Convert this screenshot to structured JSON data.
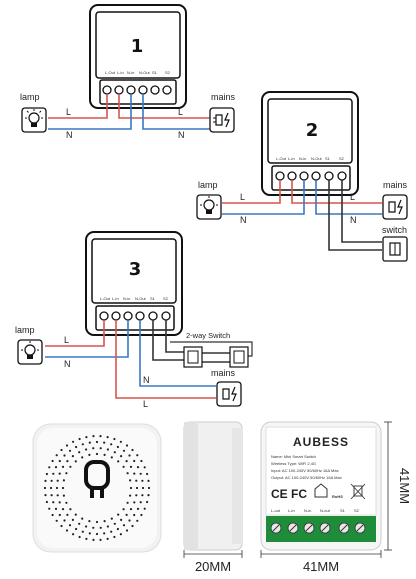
{
  "colors": {
    "live": "#d9534f",
    "neutral": "#3a78c2",
    "wire": "#333333",
    "box": "#111111"
  },
  "terminal_labels": [
    "L-Out",
    "L-in",
    "N-in",
    "N-Out",
    "S1",
    "S2"
  ],
  "d1": {
    "number": "1",
    "lamp": "lamp",
    "mains": "mains",
    "L": "L",
    "N": "N"
  },
  "d2": {
    "number": "2",
    "lamp": "lamp",
    "mains": "mains",
    "switch": "switch",
    "L": "L",
    "N": "N"
  },
  "d3": {
    "number": "3",
    "lamp": "lamp",
    "mains": "mains",
    "two_way": "2-way Switch",
    "L1": "L",
    "N1": "N",
    "N2": "N",
    "L2": "L"
  },
  "product": {
    "brand": "AUBESS",
    "spec_lines": [
      "Name: Mini Smart Switch",
      "Wireless Type: WiFi 2.4G",
      "Input: AC 100-240V 50/60Hz 16A Max",
      "Output: AC 100-240V 50/60Hz 16A Max"
    ],
    "cert_marks": [
      "CE",
      "FC",
      "RoHS"
    ],
    "terminal_labels": [
      "L-out",
      "L-in",
      "N-in",
      "N-out",
      "S1",
      "S2"
    ],
    "dim_depth": "20MM",
    "dim_width": "41MM",
    "dim_height": "41MM"
  }
}
